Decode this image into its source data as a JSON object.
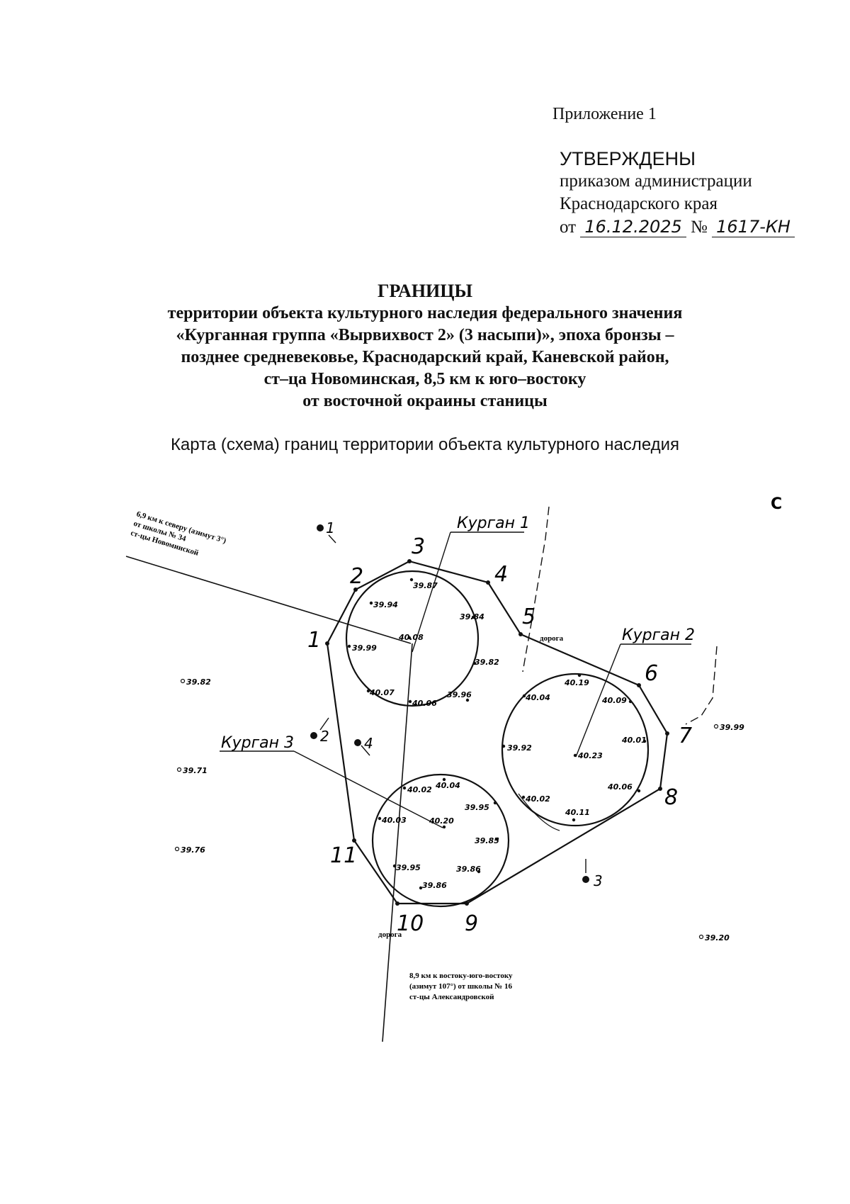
{
  "header": {
    "annex": "Приложение 1",
    "approved_title": "УТВЕРЖДЕНЫ",
    "approved_line1": "приказом администрации",
    "approved_line2": "Краснодарского края",
    "date_prefix": "от",
    "date_value": "16.12.2025",
    "number_prefix": "№",
    "number_value": "1617-КН"
  },
  "title": {
    "heading": "ГРАНИЦЫ",
    "line1": "территории объекта культурного наследия федерального значения",
    "line2": "«Курганная группа «Вырвихвост 2» (3 насыпи)», эпоха бронзы –",
    "line3": "позднее средневековье, Краснодарский край, Каневской район,",
    "line4": "ст–ца Новоминская, 8,5 км к юго–востоку",
    "line5": "от восточной окраины станицы"
  },
  "subtitle": "Карта (схема) границ территории объекта культурного наследия",
  "map": {
    "north_mark": "С",
    "boundary_points": [
      "1",
      "2",
      "3",
      "4",
      "5",
      "6",
      "7",
      "8",
      "9",
      "10",
      "11"
    ],
    "mound_labels": [
      "Курган 1",
      "Курган 2",
      "Курган 3"
    ],
    "benchmarks": [
      "1",
      "2",
      "3",
      "4"
    ],
    "road_label_top": "дорога",
    "road_label_bottom": "дорога",
    "note_nw": [
      "6,9 км к северу (азимут 3°)",
      "от школы № 34",
      "ст-цы Новоминской"
    ],
    "note_s": [
      "8,9 км к востоку-юго-востоку",
      "(азимут 107°) от школы № 16",
      "ст-цы Александровской"
    ],
    "elevations": {
      "m1_top": "39.87",
      "m1_nw": "39.94",
      "m1_ne": "39.84",
      "m1_w": "39.99",
      "m1_c": "40.08",
      "m1_e": "39.82",
      "m1_sw": "40.07",
      "m1_s": "40.06",
      "m1_se": "39.96",
      "m2_top": "40.19",
      "m2_nw": "40.04",
      "m2_ne": "40.09",
      "m2_w": "39.92",
      "m2_c": "40.23",
      "m2_e": "40.01",
      "m2_sw": "40.02",
      "m2_s": "40.11",
      "m2_se": "40.06",
      "m3_top": "40.04",
      "m3_nw": "40.02",
      "m3_w": "40.03",
      "m3_c": "40.20",
      "m3_ne": "39.95",
      "m3_e": "39.85",
      "m3_sw": "39.95",
      "m3_se": "39.86",
      "m3_s": "39.86",
      "out_w1": "39.82",
      "out_w2": "39.71",
      "out_w3": "39.76",
      "out_e1": "39.99",
      "out_e2": "39.20"
    }
  }
}
